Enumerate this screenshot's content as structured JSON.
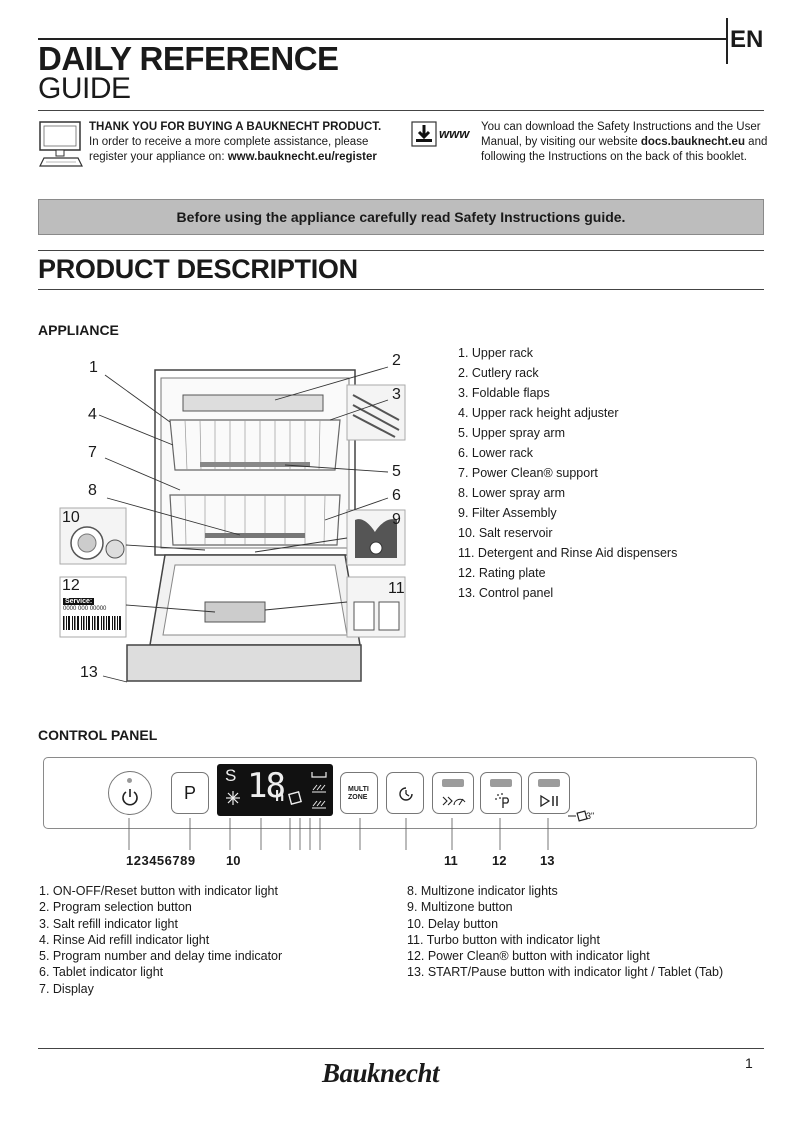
{
  "header": {
    "language": "EN",
    "title_line1": "DAILY REFERENCE",
    "title_line2": "GUIDE"
  },
  "intro": {
    "thanks_bold": "THANK YOU FOR BUYING A BAUKNECHT PRODUCT.",
    "thanks_line2": "In order to receive a more complete assistance, please",
    "thanks_line3_prefix": "register your appliance on: ",
    "register_url": "www.bauknecht.eu/register",
    "www_icon_label": "www",
    "download_line1": "You can download the Safety Instructions and the User",
    "download_line2_prefix": "Manual, by visiting our website ",
    "docs_url": "docs.bauknecht.eu",
    "download_line2_suffix": " and",
    "download_line3": "following the Instructions on the back of this booklet."
  },
  "banner": "Before using the appliance carefully read Safety Instructions guide.",
  "product_description": {
    "heading": "PRODUCT  DESCRIPTION",
    "appliance_heading": "APPLIANCE",
    "diagram_numbers": [
      "1",
      "2",
      "3",
      "4",
      "7",
      "5",
      "8",
      "6",
      "10",
      "9",
      "12",
      "11",
      "13"
    ],
    "rating_plate_text": [
      "Service:",
      "0000 000 00000"
    ],
    "legend": [
      "1.  Upper rack",
      "2.  Cutlery rack",
      "3.  Foldable flaps",
      "4.  Upper rack height adjuster",
      "5.  Upper spray arm",
      "6.  Lower  rack",
      "7.  Power Clean® support",
      "8.  Lower spray arm",
      "9.  Filter Assembly",
      "10.  Salt reservoir",
      "11.  Detergent and Rinse Aid dispensers",
      "12.  Rating plate",
      "13.  Control panel"
    ]
  },
  "control_panel": {
    "heading": "CONTROL PANEL",
    "program_button_label": "P",
    "display": {
      "s_char": "S",
      "digits": "18",
      "h_char": "h"
    },
    "multizone_label_1": "MULTI",
    "multizone_label_2": "ZONE",
    "tablet_time": "3\"",
    "callouts": [
      "123456789",
      "10",
      "11",
      "12",
      "13"
    ],
    "list_left": [
      "1.  ON-OFF/Reset button with indicator light",
      "2.  Program selection button",
      "3.  Salt refill indicator light",
      "4.  Rinse Aid refill indicator light",
      "5.  Program number and delay time indicator",
      "6.  Tablet indicator light",
      "7.  Display"
    ],
    "list_right": [
      "8.  Multizone indicator lights",
      "9.  Multizone button",
      "10.  Delay button",
      "11.  Turbo button with indicator light",
      "12.  Power Clean® button with indicator light",
      "13.  START/Pause button with indicator light / Tablet (Tab)"
    ]
  },
  "footer": {
    "page_number": "1",
    "brand": "Bauknecht"
  },
  "colors": {
    "banner_bg": "#bdbdbd",
    "display_bg": "#111111",
    "indicator_lamp": "#9c9c9c"
  }
}
